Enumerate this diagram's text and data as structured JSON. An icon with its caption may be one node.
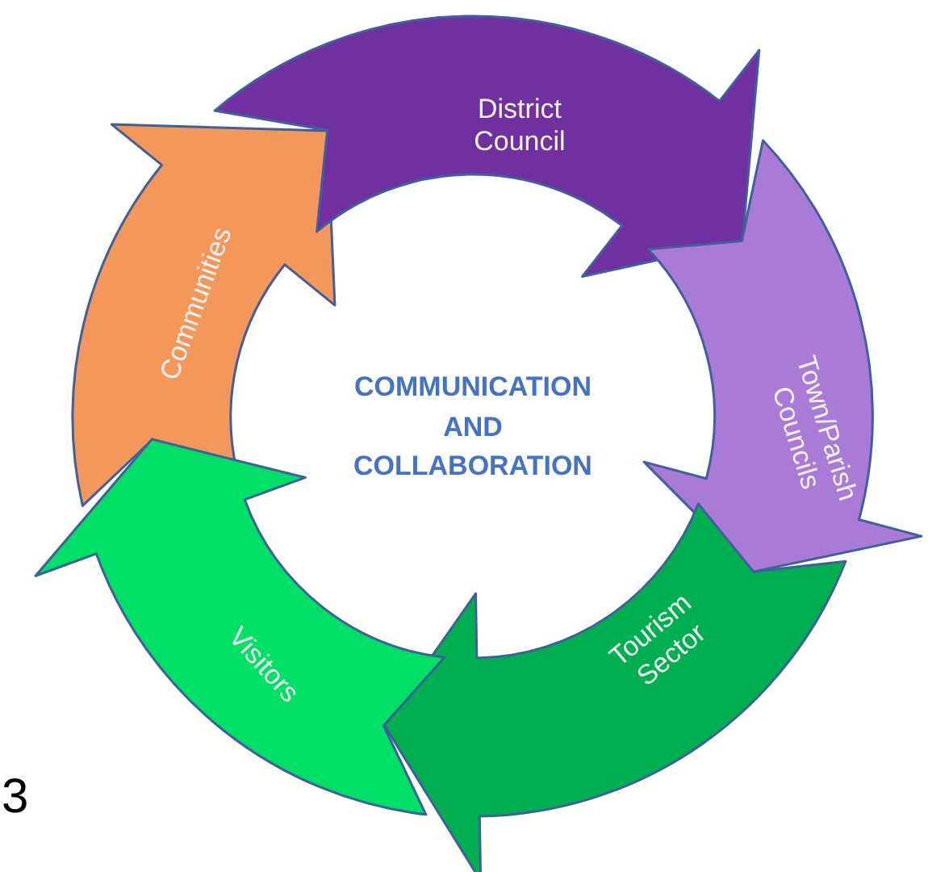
{
  "diagram": {
    "nodes": [
      {
        "text": [
          "District Council"
        ]
      },
      {
        "text": [
          "Town/Parish Councils"
        ]
      },
      {
        "text": [
          "Tourism Sector"
        ]
      },
      {
        "text": [
          "Visitors"
        ]
      },
      {
        "text": [
          "Communities"
        ]
      }
    ],
    "labels": [
      "COMMUNICATION AND COLLABORATION",
      "3"
    ]
  }
}
